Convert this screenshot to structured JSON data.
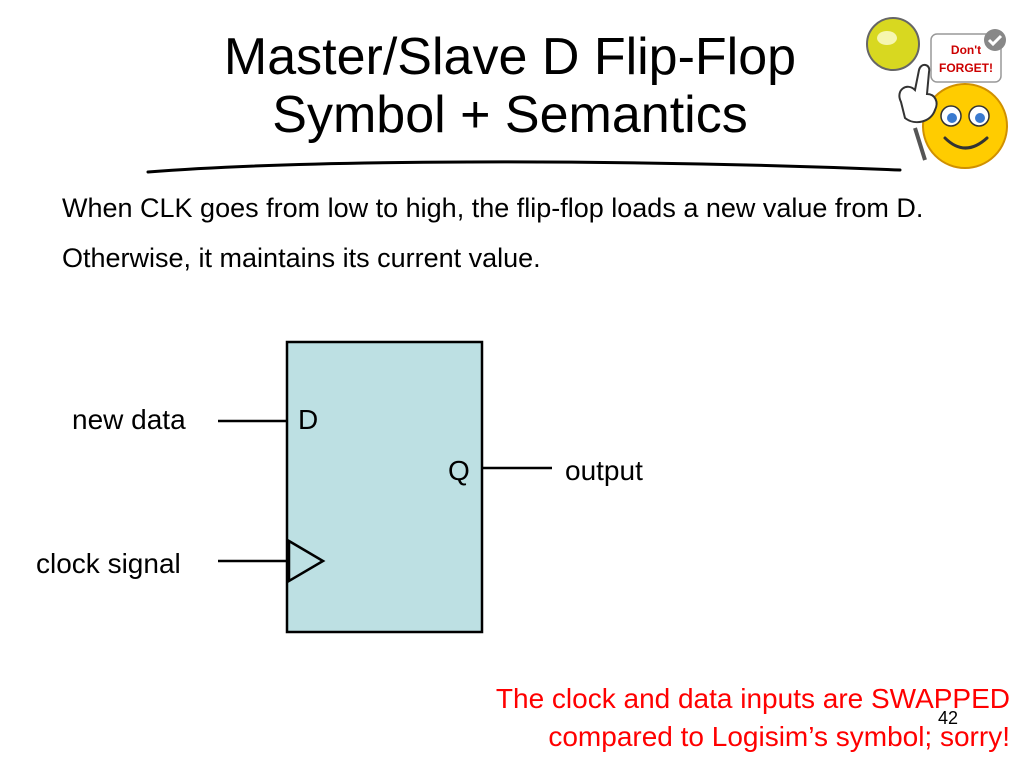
{
  "title": {
    "line1": "Master/Slave D Flip-Flop",
    "line2": "Symbol + Semantics"
  },
  "bullets": [
    "When CLK goes from low to high, the flip-flop loads a new value from D.",
    "Otherwise, it maintains its current value."
  ],
  "diagram": {
    "input_d_label": "new data",
    "input_clk_label": "clock signal",
    "output_label": "output",
    "pin_d": "D",
    "pin_q": "Q",
    "box_fill": "#bde0e3"
  },
  "clipart": {
    "sign_line1": "Don't",
    "sign_line2": "FORGET!",
    "icon": "dont-forget-smiley-icon"
  },
  "note": {
    "line1": "The clock and data inputs are SWAPPED",
    "line2": "compared to Logisim’s symbol; sorry!"
  },
  "page_number": "42"
}
